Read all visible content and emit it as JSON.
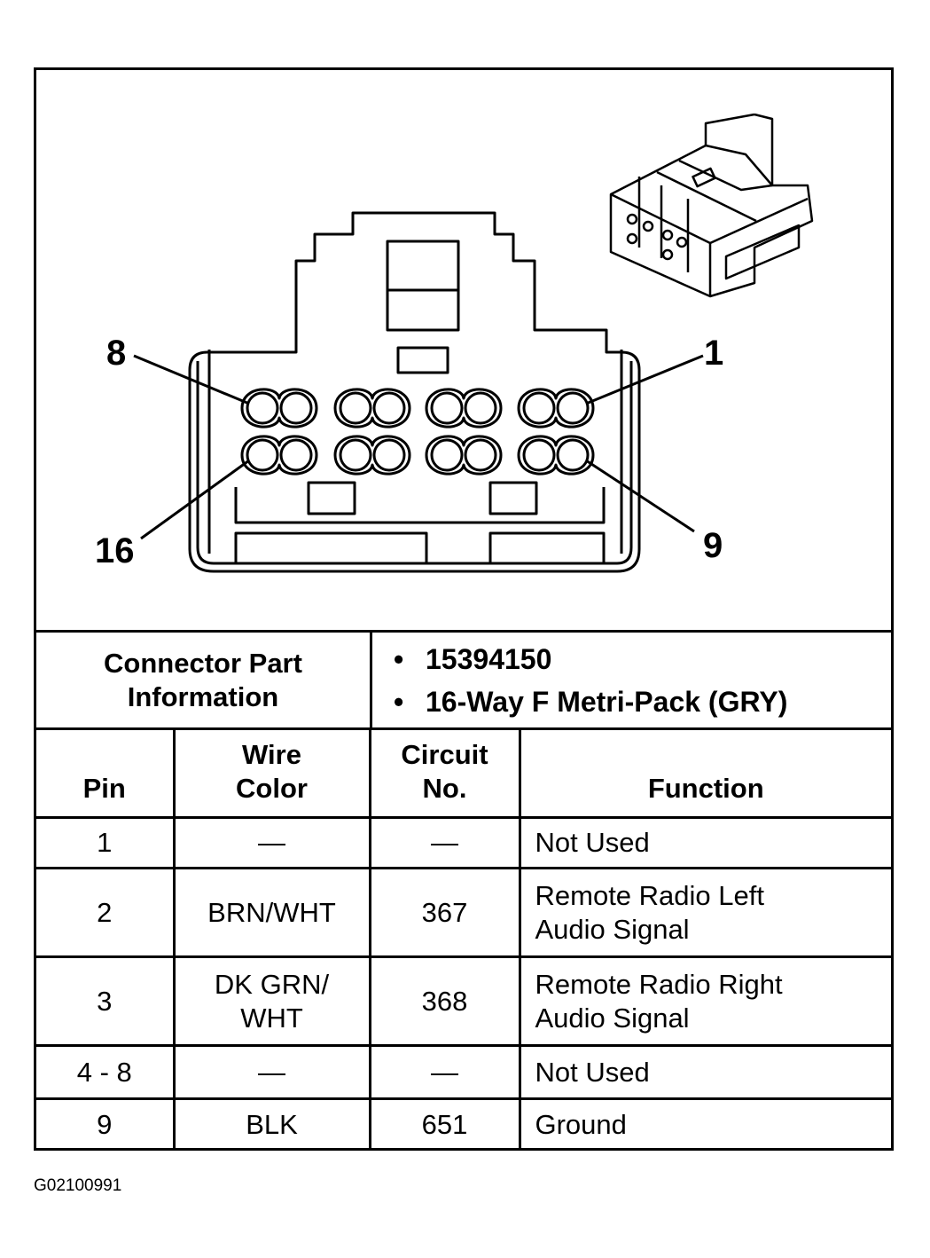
{
  "diagram": {
    "callouts": {
      "pin_8": "8",
      "pin_1": "1",
      "pin_16": "16",
      "pin_9": "9"
    }
  },
  "part_info": {
    "label": "Connector Part Information",
    "lines": [
      "15394150",
      "16-Way F Metri-Pack (GRY)"
    ],
    "bullet": "•"
  },
  "table": {
    "headers": {
      "pin": "Pin",
      "wire_color": "Wire Color",
      "circuit": "Circuit No.",
      "function": "Function"
    },
    "rows": [
      {
        "pin": "1",
        "wire_color": "—",
        "circuit": "—",
        "function": "Not Used"
      },
      {
        "pin": "2",
        "wire_color": "BRN/WHT",
        "circuit": "367",
        "function": "Remote Radio Left Audio Signal"
      },
      {
        "pin": "3",
        "wire_color": "DK GRN/ WHT",
        "circuit": "368",
        "function": "Remote Radio Right Audio Signal"
      },
      {
        "pin": "4 - 8",
        "wire_color": "—",
        "circuit": "—",
        "function": "Not Used"
      },
      {
        "pin": "9",
        "wire_color": "BLK",
        "circuit": "651",
        "function": "Ground"
      }
    ]
  },
  "figure_id": "G02100991"
}
